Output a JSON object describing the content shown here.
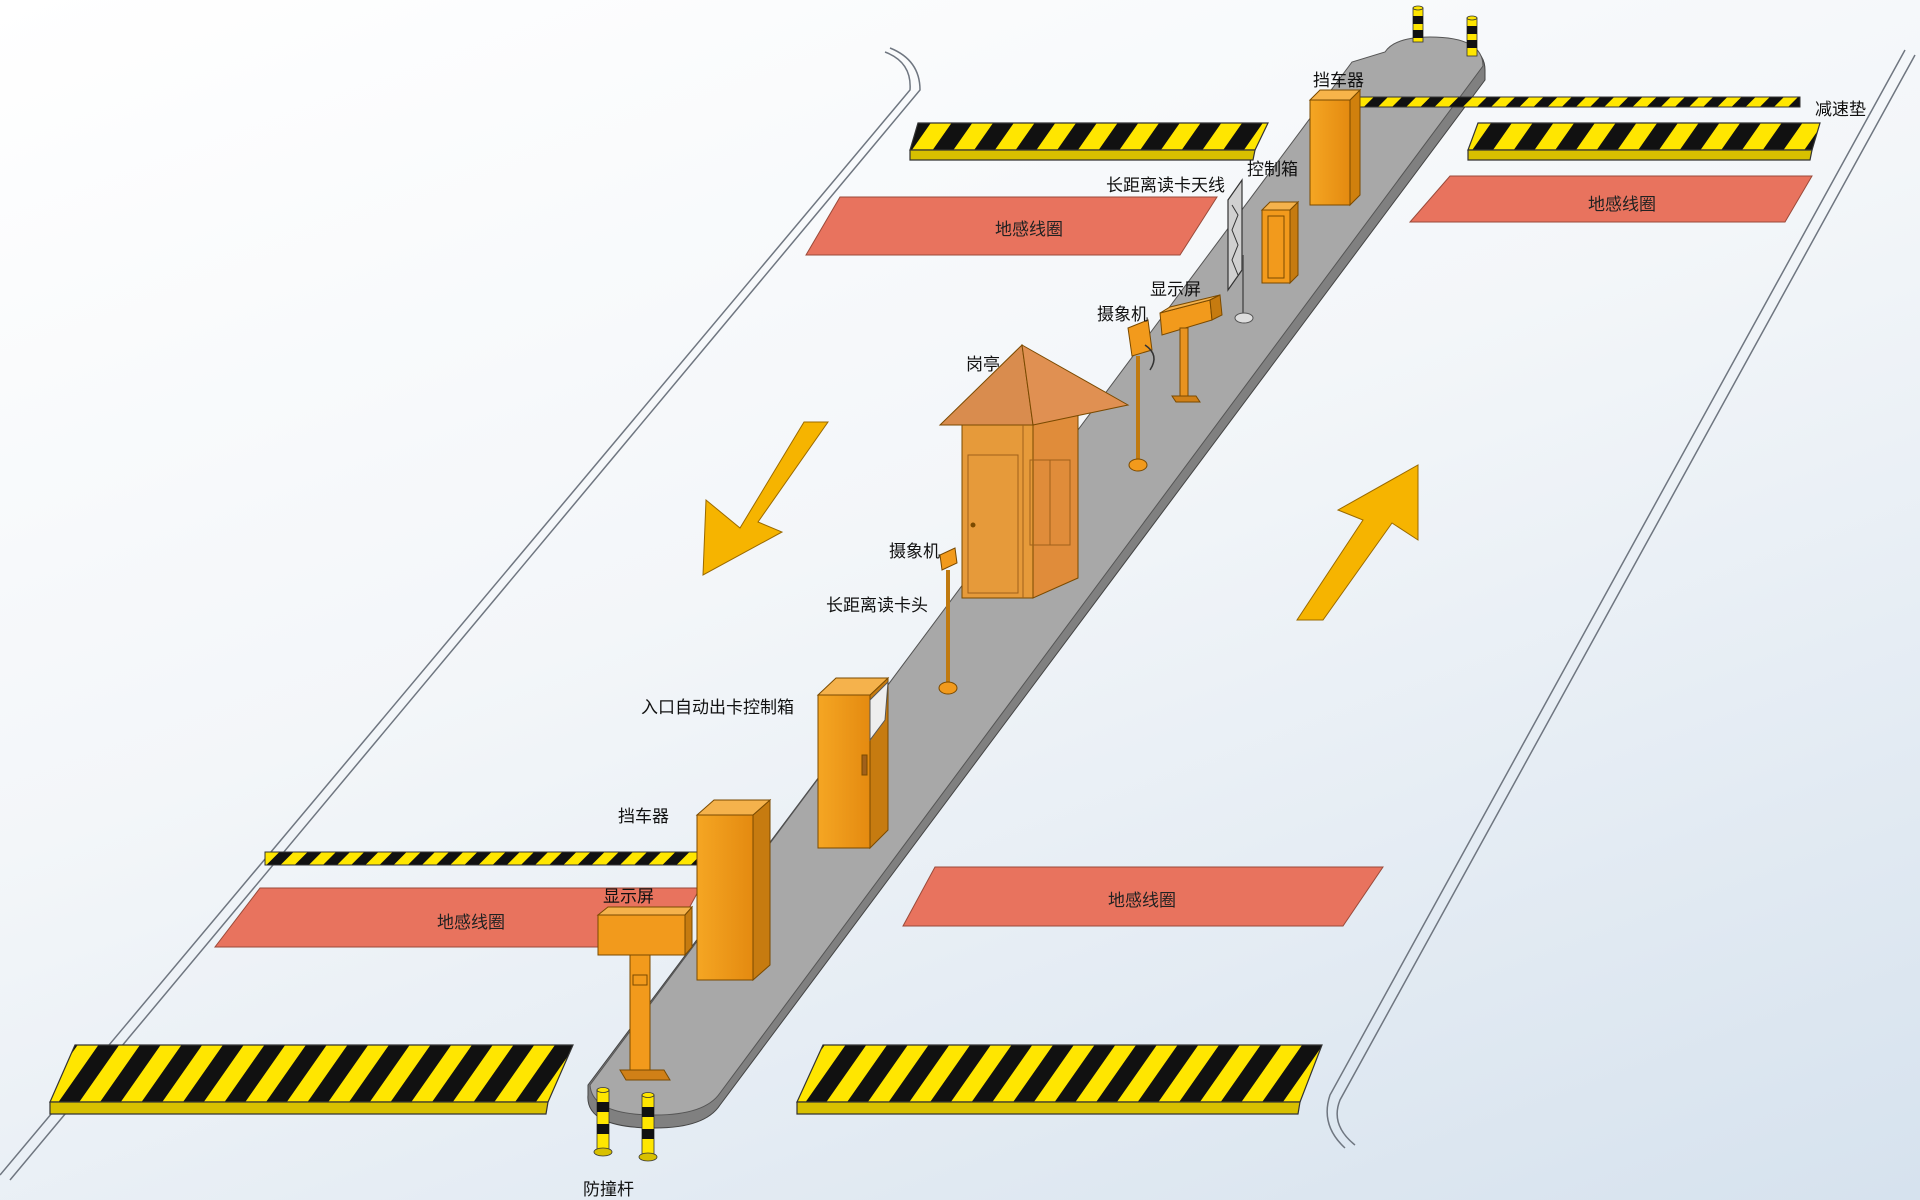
{
  "labels": {
    "barrier_gate_top": "挡车器",
    "speed_bump": "减速垫",
    "control_box": "控制箱",
    "long_range_antenna": "长距离读卡天线",
    "display_top": "显示屏",
    "camera_top": "摄象机",
    "booth": "岗亭",
    "camera_mid": "摄象机",
    "long_range_reader": "长距离读卡头",
    "auto_card_box": "入口自动出卡控制箱",
    "barrier_gate_bottom": "挡车器",
    "display_bottom": "显示屏",
    "anti_collision_post": "防撞杆"
  },
  "loops": {
    "top_left": "地感线圈",
    "top_right": "地感线圈",
    "bottom_left": "地感线圈",
    "bottom_right": "地感线圈"
  },
  "colors": {
    "loop": "#e8735e",
    "orange": "#f29a1c",
    "booth": "#e69a3a",
    "roof": "#d98c4e",
    "island": "#9e9e9e",
    "stripe_yellow": "#ffe600",
    "stripe_black": "#111111",
    "arrow": "#f6b400"
  }
}
